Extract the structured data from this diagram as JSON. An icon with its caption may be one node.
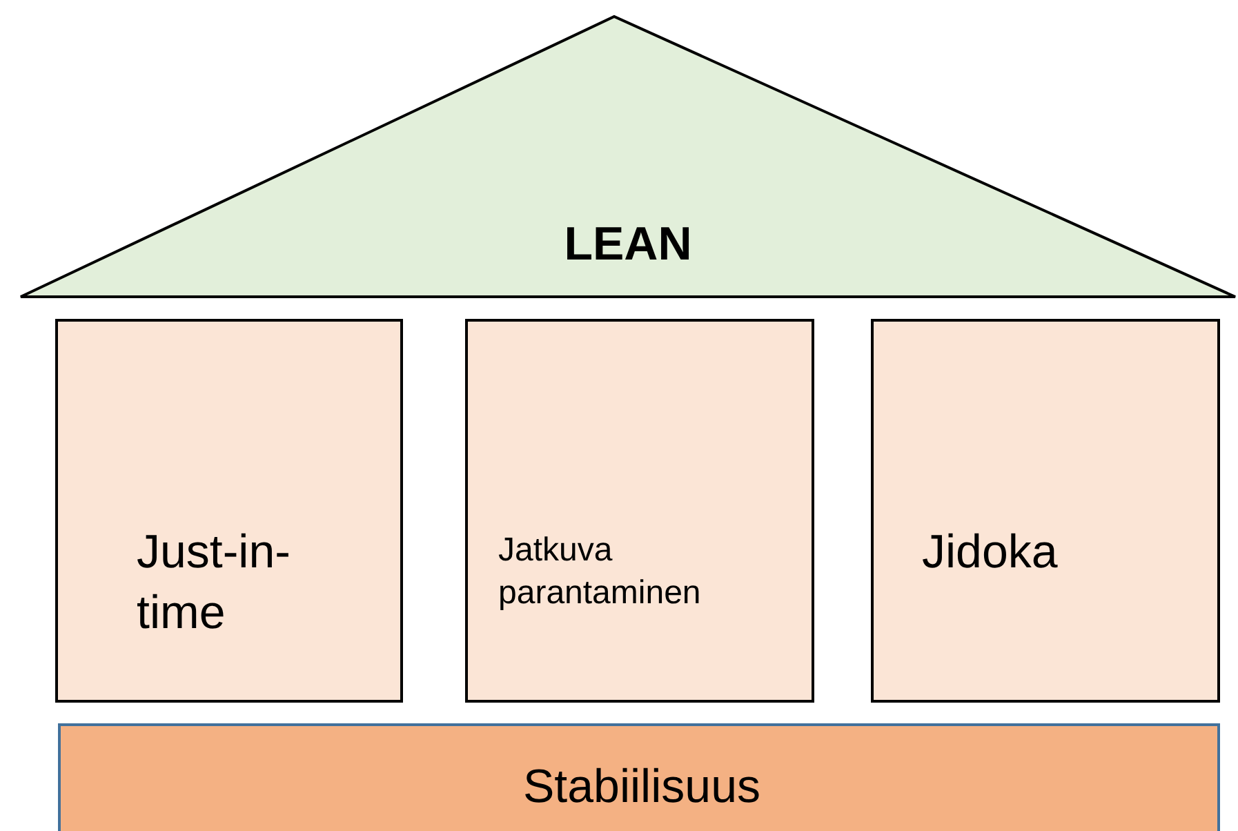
{
  "diagram": {
    "nodes": [
      {
        "text": [
          "LEAN"
        ]
      },
      {
        "text": [
          "Just-in-time"
        ]
      },
      {
        "text": [
          "Jatkuva parantaminen"
        ]
      },
      {
        "text": [
          "Jidoka"
        ]
      },
      {
        "text": [
          "Stabiilisuus"
        ]
      }
    ]
  }
}
